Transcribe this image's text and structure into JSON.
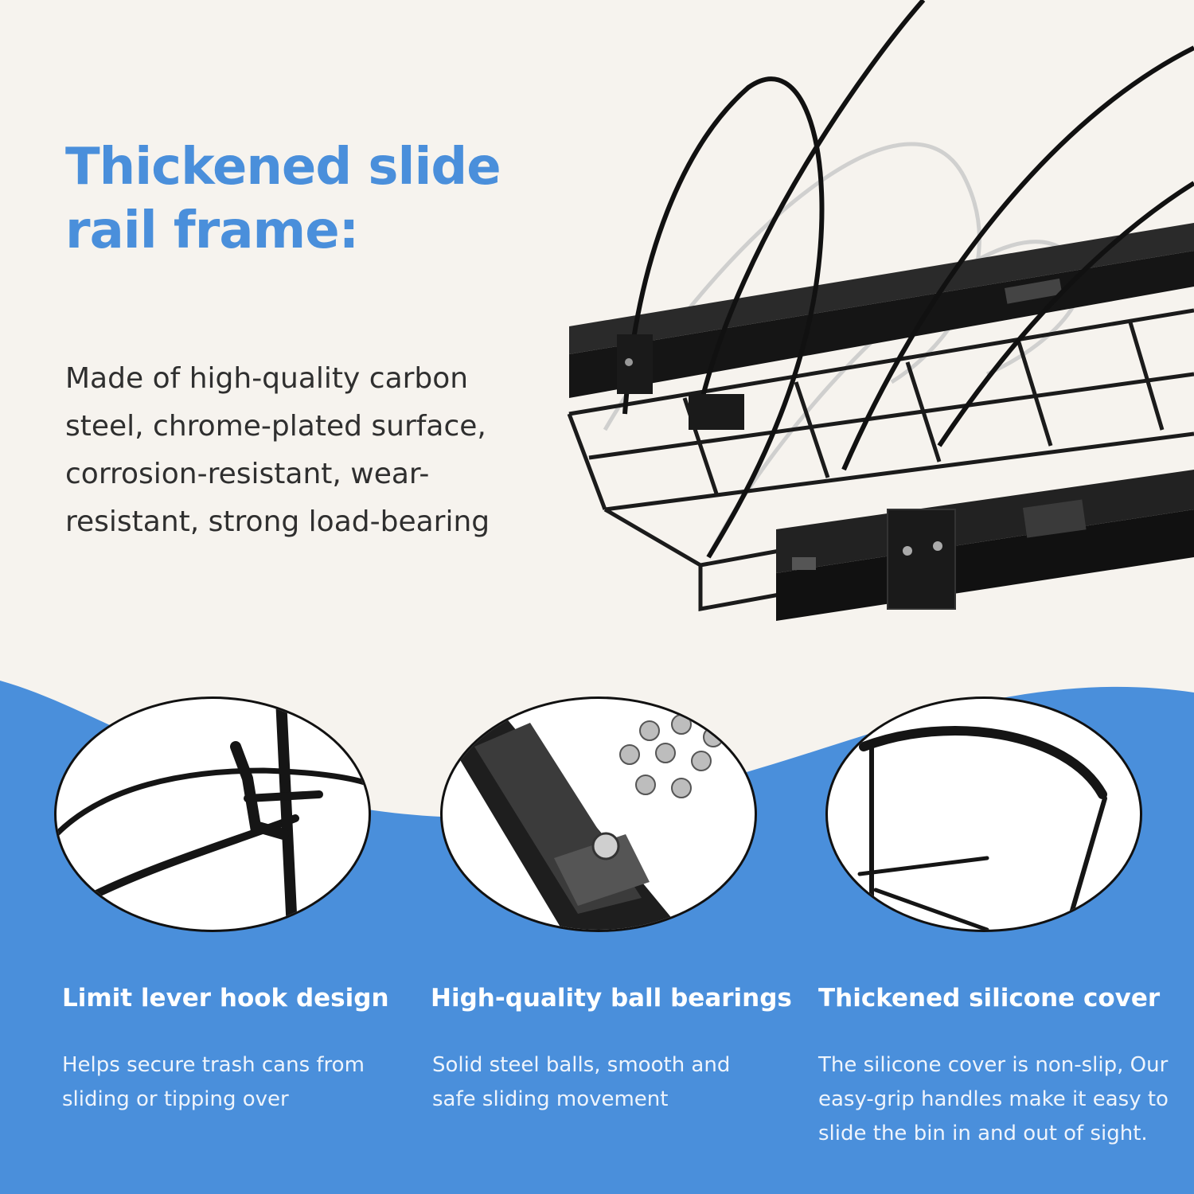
{
  "hero": {
    "title": "Thickened slide rail frame:",
    "description": "Made of high-quality carbon steel, chrome-plated surface, corrosion-resistant, wear-resistant, strong load-bearing"
  },
  "features": [
    {
      "title": "Limit lever hook design",
      "description": "Helps secure trash cans from sliding or tipping over",
      "image": "hook-closeup"
    },
    {
      "title": "High-quality ball bearings",
      "description": "Solid steel balls, smooth and safe sliding movement",
      "image": "ball-bearing-closeup"
    },
    {
      "title": "Thickened silicone cover",
      "description": "The silicone cover is non-slip, Our easy-grip handles make it easy to slide the bin in and out of sight.",
      "image": "silicone-handle-closeup"
    }
  ],
  "colors": {
    "background": "#f6f3ee",
    "accent_blue": "#4a8fdb",
    "text_dark": "#2f2f2f",
    "metal_black": "#1b1b1b"
  }
}
